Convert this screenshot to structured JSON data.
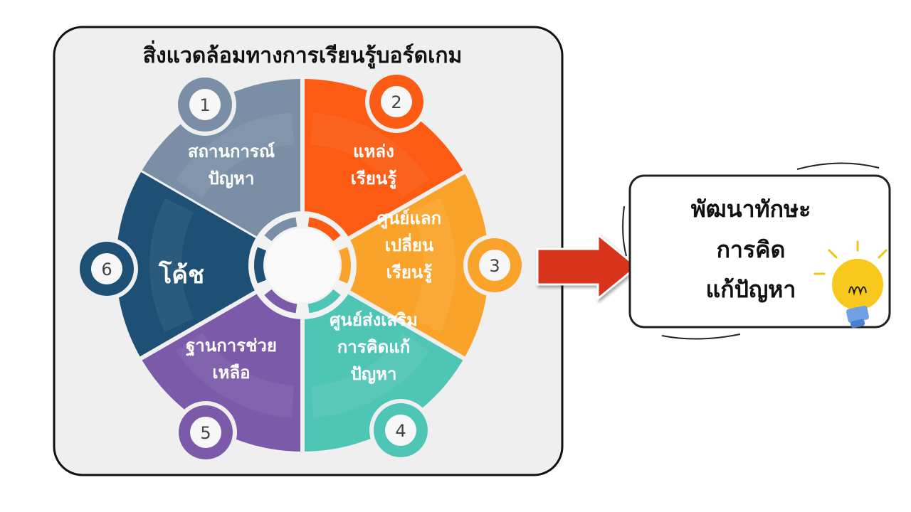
{
  "title": "สิ่งแวดล้อมทางการเรียนรู้บอร์ดเกม",
  "segments": [
    {
      "number": "1",
      "lines": [
        "สถานการณ์",
        "ปัญหา"
      ],
      "color": "#7a8fa6"
    },
    {
      "number": "2",
      "lines": [
        "แหล่ง",
        "เรียนรู้"
      ],
      "color": "#fb5b12"
    },
    {
      "number": "3",
      "lines": [
        "ศูนย์แลก",
        "เปลี่ยน",
        "เรียนรู้"
      ],
      "color": "#faa32a"
    },
    {
      "number": "4",
      "lines": [
        "ศูนย์ส่งเสริม",
        "การคิดแก้",
        "ปัญหา"
      ],
      "color": "#4fc5b6"
    },
    {
      "number": "5",
      "lines": [
        "ฐานการช่วย",
        "เหลือ"
      ],
      "color": "#7b5aa9"
    },
    {
      "number": "6",
      "lines": [
        "โค้ช"
      ],
      "color": "#1d5074"
    }
  ],
  "outcome": {
    "lines": [
      "พัฒนาทักษะ",
      "การคิด",
      "แก้ปัญหา"
    ]
  },
  "colors": {
    "arrow": "#d8341c",
    "panel": "#efefef",
    "bulb": "#f8c81c"
  }
}
